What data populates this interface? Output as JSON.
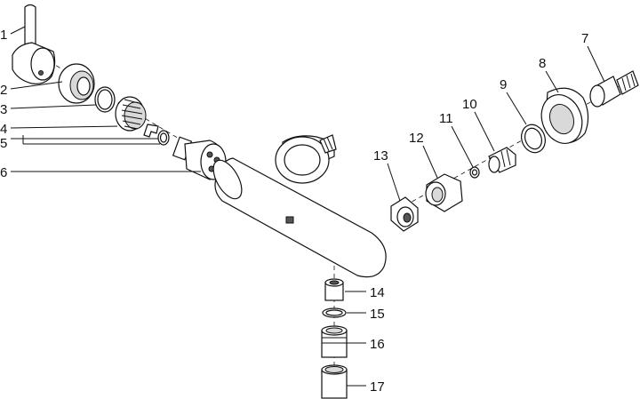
{
  "callouts": [
    {
      "id": "1",
      "text": "1"
    },
    {
      "id": "2",
      "text": "2"
    },
    {
      "id": "3",
      "text": "3"
    },
    {
      "id": "4",
      "text": "4"
    },
    {
      "id": "5",
      "text": "5"
    },
    {
      "id": "6",
      "text": "6"
    },
    {
      "id": "7",
      "text": "7"
    },
    {
      "id": "8",
      "text": "8"
    },
    {
      "id": "9",
      "text": "9"
    },
    {
      "id": "10",
      "text": "10"
    },
    {
      "id": "11",
      "text": "11"
    },
    {
      "id": "12",
      "text": "12"
    },
    {
      "id": "13",
      "text": "13"
    },
    {
      "id": "14",
      "text": "14"
    },
    {
      "id": "15",
      "text": "15"
    },
    {
      "id": "16",
      "text": "16"
    },
    {
      "id": "17",
      "text": "17"
    }
  ]
}
